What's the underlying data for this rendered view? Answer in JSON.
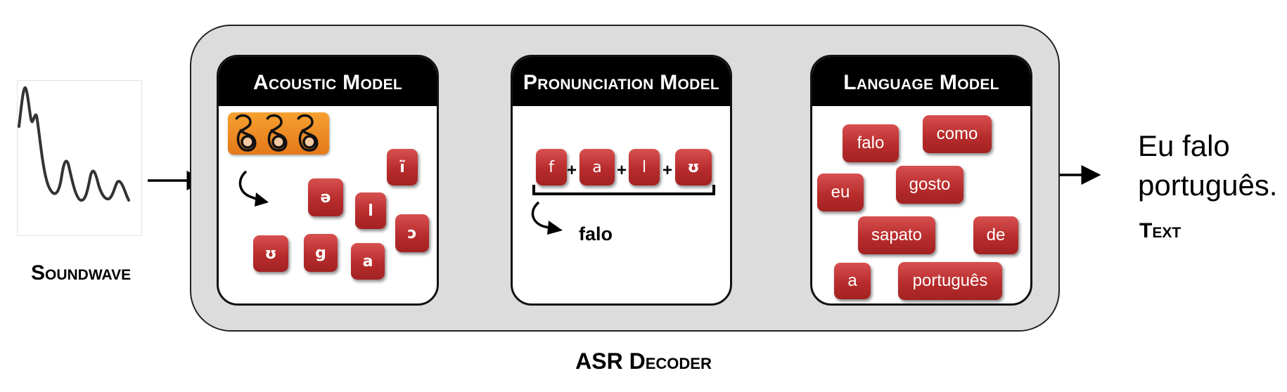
{
  "soundwave": {
    "label": "Soundwave"
  },
  "decoder": {
    "label": "ASR Decoder"
  },
  "acoustic_model": {
    "title": "Acoustic Model",
    "phones": [
      "ĩ",
      "ə",
      "l",
      "ɔ",
      "ʊ",
      "g",
      "a"
    ]
  },
  "pronunciation_model": {
    "title": "Pronunciation Model",
    "phones": [
      "f",
      "a",
      "l",
      "ʊ"
    ],
    "plus": "+",
    "word": "falo"
  },
  "language_model": {
    "title": "Language Model",
    "words": [
      "falo",
      "como",
      "eu",
      "gosto",
      "sapato",
      "de",
      "a",
      "português"
    ]
  },
  "output": {
    "line1": "Eu falo",
    "line2": "português.",
    "label": "Text"
  },
  "colors": {
    "tile": "#b82c2c",
    "panel": "#dcdcdc",
    "header": "#000000",
    "symbol_box": "#ee8a22"
  }
}
